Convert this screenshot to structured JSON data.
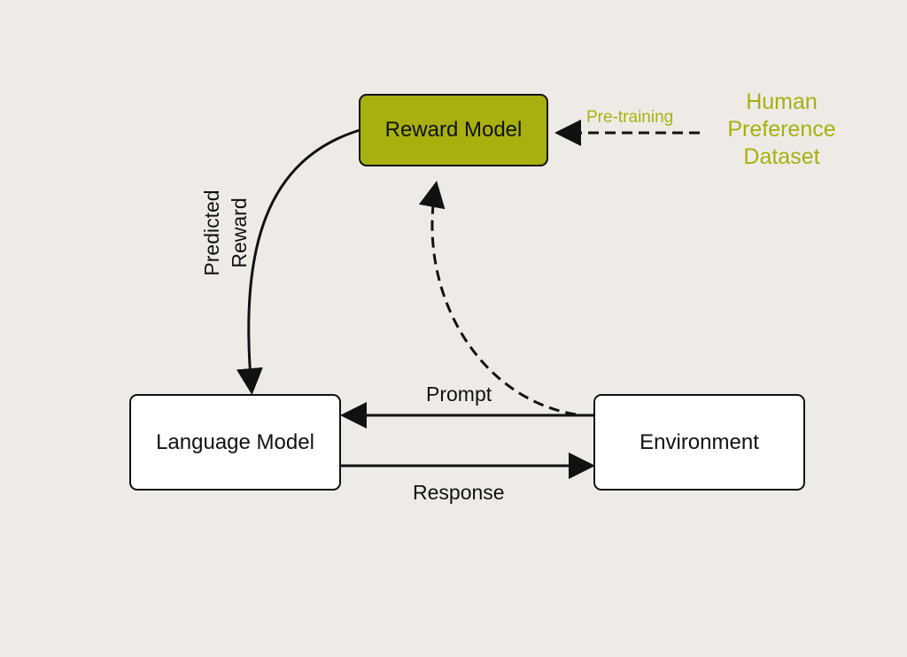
{
  "nodes": {
    "reward_model": "Reward Model",
    "language_model": "Language Model",
    "environment": "Environment",
    "dataset": "Human Preference Dataset"
  },
  "edges": {
    "pretraining": "Pre-training",
    "predicted_reward": "Predicted Reward",
    "prompt": "Prompt",
    "response": "Response"
  },
  "colors": {
    "accent": "#a8b00f",
    "background": "#eeebe7"
  }
}
